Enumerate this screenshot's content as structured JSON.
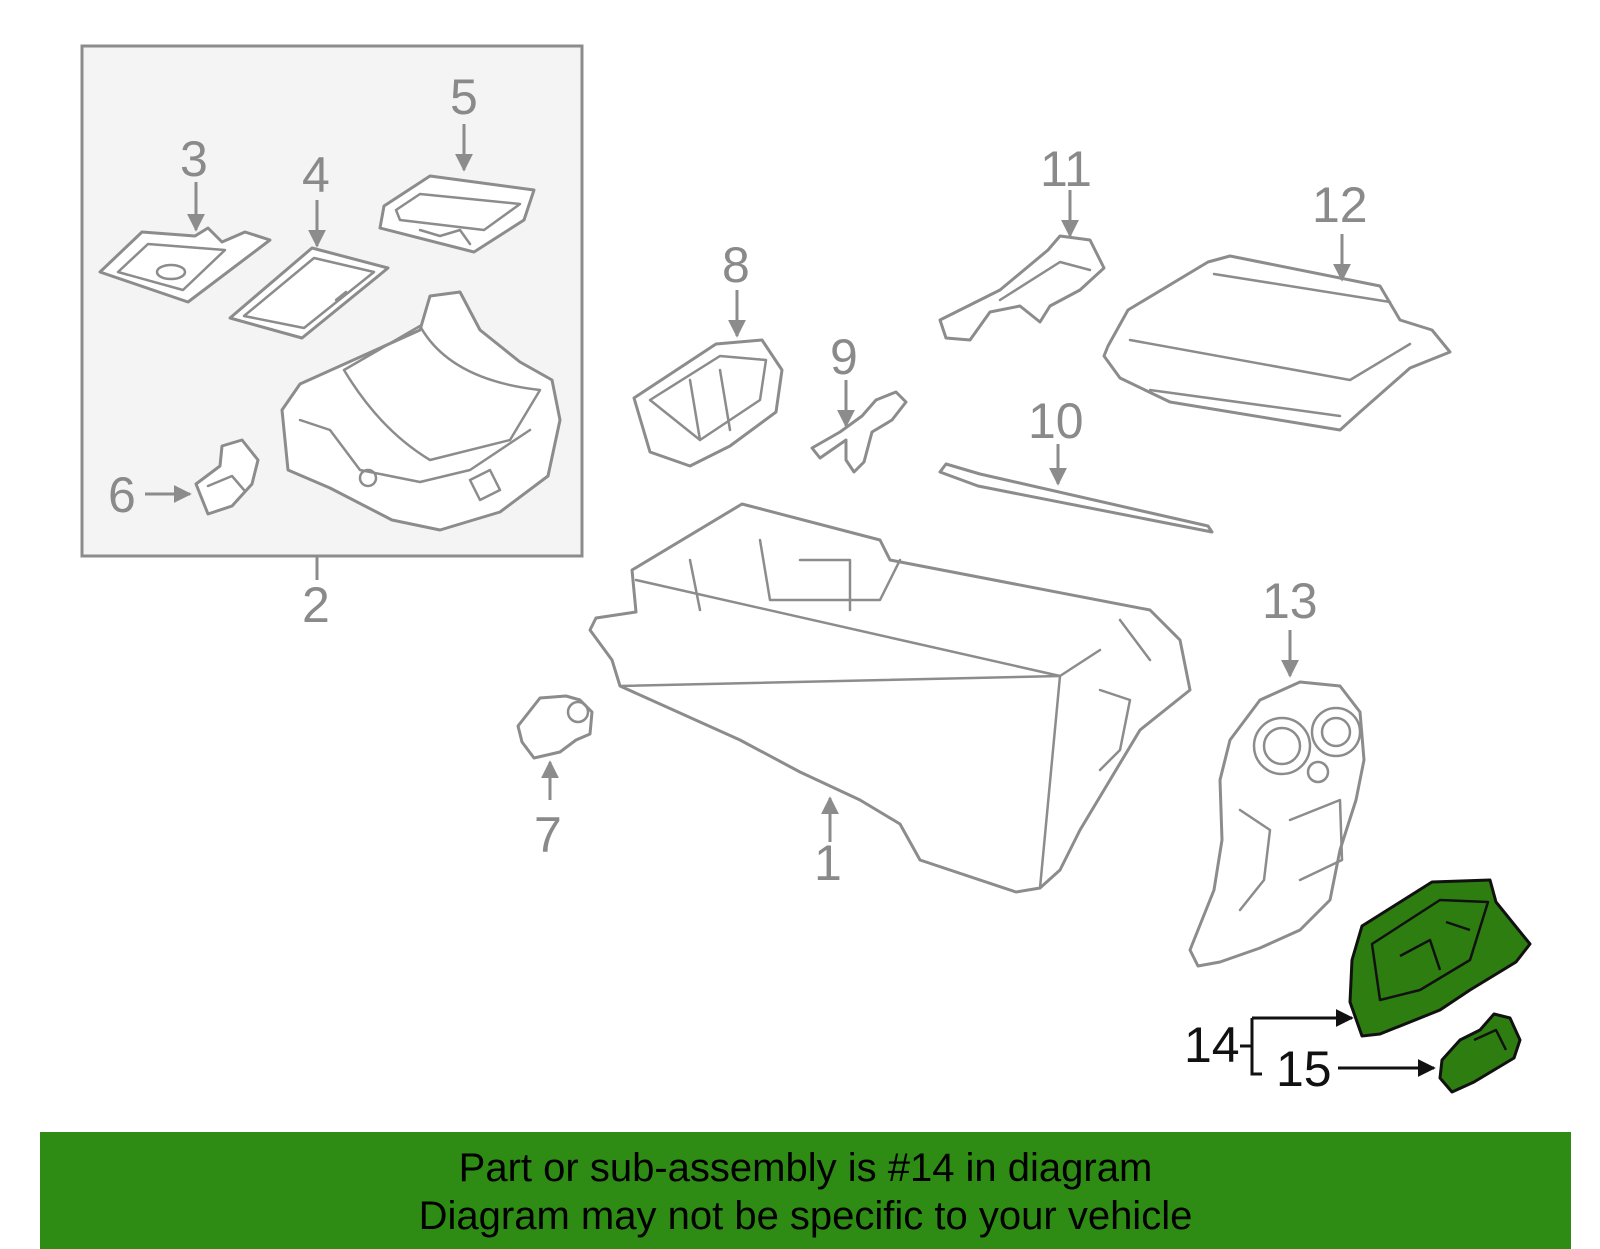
{
  "callouts": {
    "c1": "1",
    "c2": "2",
    "c3": "3",
    "c4": "4",
    "c5": "5",
    "c6": "6",
    "c7": "7",
    "c8": "8",
    "c9": "9",
    "c10": "10",
    "c11": "11",
    "c12": "12",
    "c13": "13",
    "c14": "14",
    "c15": "15"
  },
  "highlight_color": "#2e8b14",
  "banner": {
    "line1": "Part or sub-assembly is #14 in diagram",
    "line2": "Diagram may not be specific to your vehicle"
  }
}
